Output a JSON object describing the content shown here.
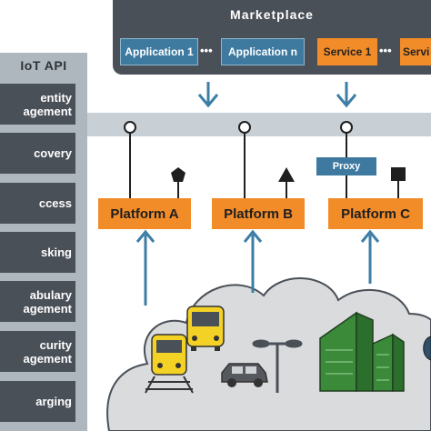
{
  "marketplace": {
    "title": "Marketplace",
    "items": [
      {
        "label": "Application 1",
        "kind": "application"
      },
      {
        "label": "Application n",
        "kind": "application"
      },
      {
        "label": "Service 1",
        "kind": "service"
      },
      {
        "label": "Servi",
        "kind": "service"
      }
    ],
    "ellipsis": "•••"
  },
  "iot_api": {
    "title": "IoT API",
    "items": [
      "entity\nagement",
      "covery",
      "ccess",
      "sking",
      "abulary\nagement",
      "curity\nagement",
      "arging"
    ]
  },
  "platforms": [
    "Platform A",
    "Platform B",
    "Platform C"
  ],
  "proxy_label": "Proxy",
  "colors": {
    "dark_gray": "#4a5058",
    "panel_gray": "#aeb7be",
    "bus_gray": "#c9d0d5",
    "orange": "#f28c28",
    "blue": "#3e7aa0",
    "arrow_blue": "#3d7ea6",
    "cloud": "#d9dbdd",
    "yellow": "#f4d225",
    "green": "#3a8a3a"
  },
  "icons": [
    "pentagon-icon",
    "triangle-icon",
    "square-icon",
    "tram-icon",
    "bus-icon",
    "car-icon",
    "street-lamp-icon",
    "buildings-icon"
  ]
}
